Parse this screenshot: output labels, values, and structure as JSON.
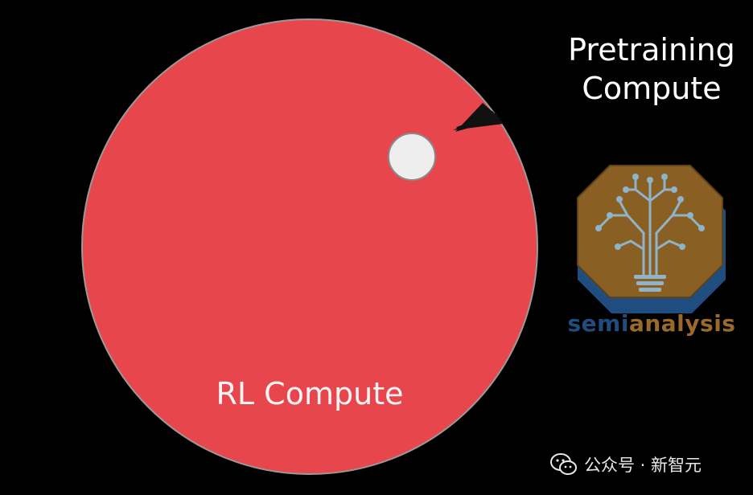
{
  "labels": {
    "pretraining_line1": "Pretraining",
    "pretraining_line2": "Compute",
    "rl": "RL Compute"
  },
  "logo": {
    "brand_part1": "semi",
    "brand_part2": "analysis"
  },
  "watermark": {
    "text": "公众号 · 新智元"
  },
  "colors": {
    "background": "#000000",
    "rl_circle": "#e8464d",
    "pretraining_circle": "#eeeeee",
    "logo_gold": "#8a5f23",
    "logo_navy": "#1f4d80"
  },
  "icons": {
    "arrow": "arrow-icon",
    "logo": "circuit-tree-icon",
    "watermark": "wechat-icon"
  }
}
